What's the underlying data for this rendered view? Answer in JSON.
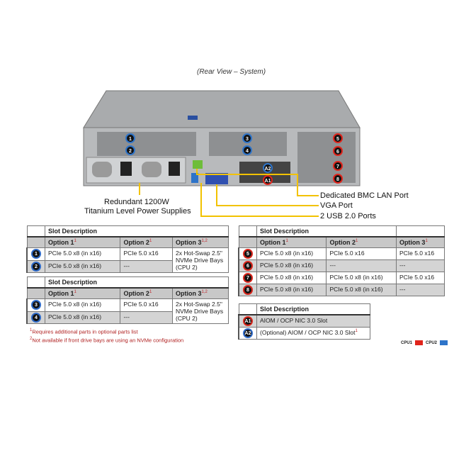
{
  "caption": "(Rear View – System)",
  "callouts": {
    "psu_line1": "Redundant 1200W",
    "psu_line2": "Titanium Level Power Supplies",
    "bmc": "Dedicated BMC LAN Port",
    "vga": "VGA Port",
    "usb": "2 USB 2.0 Ports"
  },
  "slot_markers": [
    "1",
    "2",
    "3",
    "4",
    "5",
    "6",
    "7",
    "8",
    "A1",
    "A2"
  ],
  "colors": {
    "cpu1": "#e0241b",
    "cpu2": "#2e74c9",
    "callout_line": "#f2c200"
  },
  "table1": {
    "title": "Slot Description",
    "headers": [
      "Option 1",
      "Option 2",
      "Option 3"
    ],
    "sup": [
      "1",
      "1",
      "1,2"
    ],
    "rows": [
      {
        "slot": "1",
        "cpu": "cpu2",
        "cells": [
          "PCIe 5.0 x8 (in x16)",
          "PCIe 5.0 x16"
        ]
      },
      {
        "slot": "2",
        "cpu": "cpu2",
        "cells": [
          "PCIe 5.0 x8 (in x16)",
          "---"
        ]
      }
    ],
    "option3": "2x Hot-Swap 2.5\" NVMe Drive Bays (CPU 2)"
  },
  "table2": {
    "title": "Slot Description",
    "headers": [
      "Option 1",
      "Option 2",
      "Option 3"
    ],
    "sup": [
      "1",
      "1",
      "1,2"
    ],
    "rows": [
      {
        "slot": "3",
        "cpu": "cpu2",
        "cells": [
          "PCIe 5.0 x8 (in x16)",
          "PCIe 5.0 x16"
        ]
      },
      {
        "slot": "4",
        "cpu": "cpu2",
        "cells": [
          "PCIe 5.0 x8 (in x16)",
          "---"
        ]
      }
    ],
    "option3": "2x Hot-Swap 2.5\" NVMe Drive Bays (CPU 2)"
  },
  "table3": {
    "title": "Slot Description",
    "headers": [
      "Option 1",
      "Option 2",
      "Option 3"
    ],
    "sup": [
      "1",
      "1",
      "1"
    ],
    "rows": [
      {
        "slot": "5",
        "cells": [
          "PCIe 5.0 x8 (in x16)",
          "PCIe 5.0 x16",
          "PCIe 5.0 x16"
        ]
      },
      {
        "slot": "6",
        "cells": [
          "PCIe 5.0 x8 (in x16)",
          "---",
          "---"
        ]
      },
      {
        "slot": "7",
        "cells": [
          "PCIe 5.0 x8 (in x16)",
          "PCIe 5.0 x8 (in x16)",
          "PCIe 5.0 x16"
        ]
      },
      {
        "slot": "8",
        "cells": [
          "PCIe 5.0 x8 (in x16)",
          "PCIe 5.0 x8 (in x16)",
          "---"
        ]
      }
    ]
  },
  "table4": {
    "title": "Slot Description",
    "rows": [
      {
        "slot": "A1",
        "text": "AIOM / OCP NIC 3.0 Slot",
        "sup": ""
      },
      {
        "slot": "A2",
        "text": "(Optional) AIOM / OCP NIC 3.0 Slot",
        "sup": "1"
      }
    ]
  },
  "notes": {
    "n1_mark": "1",
    "n1": "Requires additional parts in optional parts list",
    "n2_mark": "2",
    "n2": "Not available if front drive bays are using an NVMe  configuration"
  },
  "legend": {
    "cpu1": "CPU1",
    "cpu2": "CPU2"
  }
}
